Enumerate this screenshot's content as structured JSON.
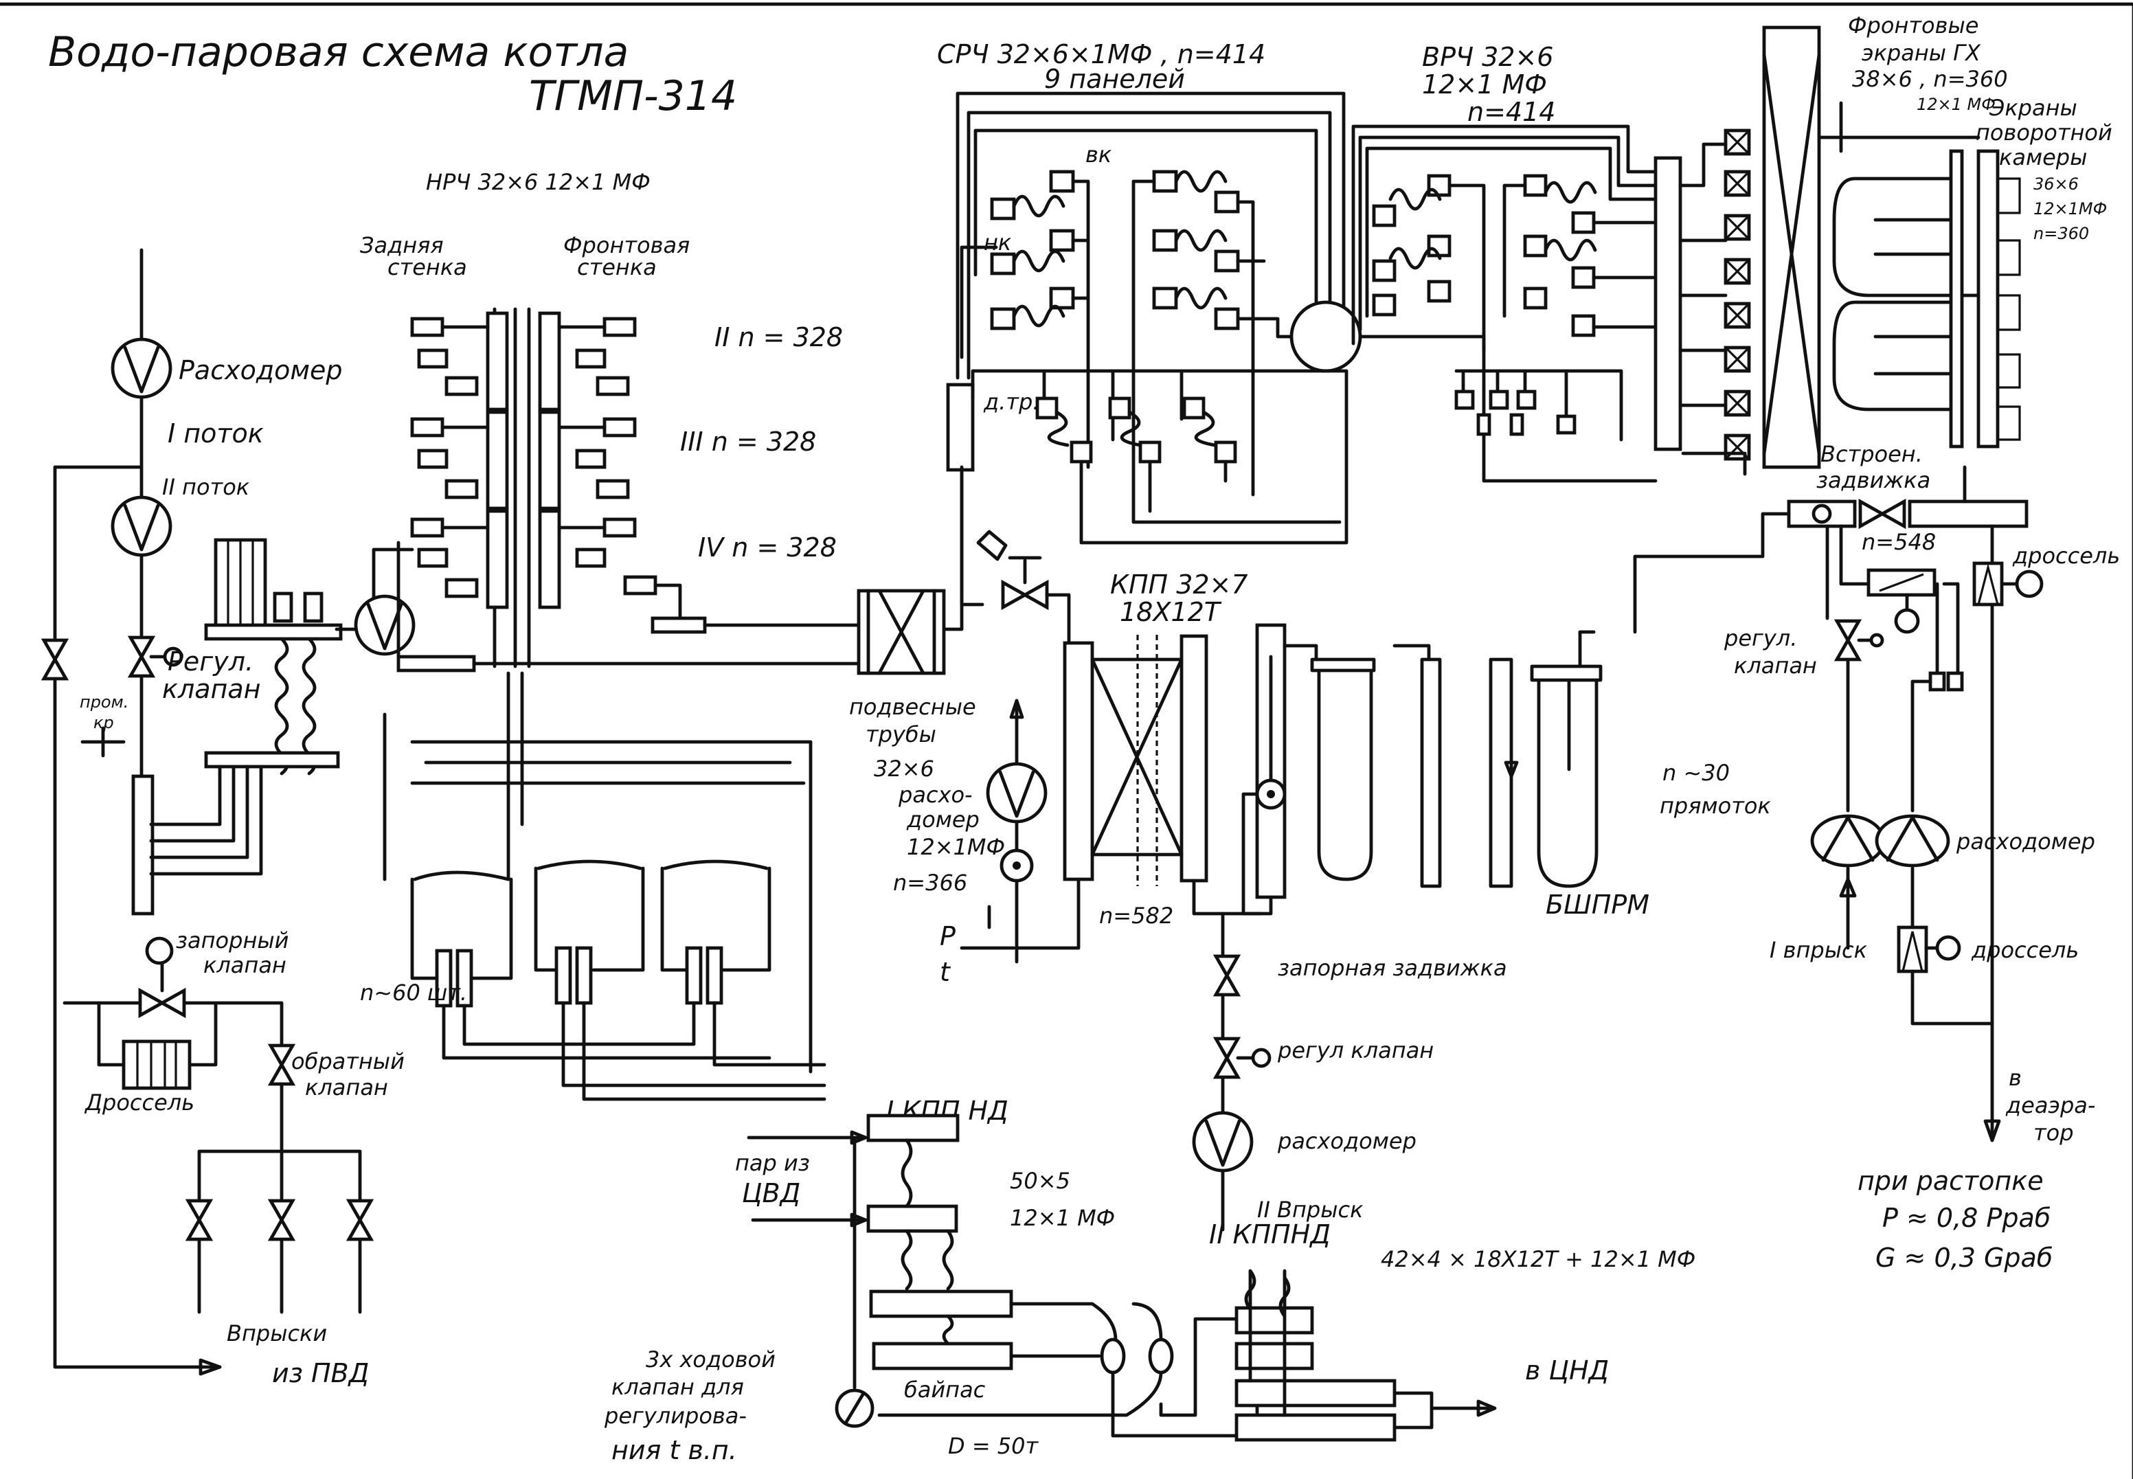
{
  "title": {
    "line1": "Водо-паровая схема котла",
    "line2": "ТГМП-314"
  },
  "nrch": {
    "spec": "НРЧ 32×6   12×1 МФ",
    "rear_wall": [
      "Задняя",
      "стенка"
    ],
    "front_wall": [
      "Фронтовая",
      "стенка"
    ],
    "passes": [
      "II n = 328",
      "III n = 328",
      "IV n = 328"
    ],
    "collectors_note": "n~60 шт."
  },
  "feed": {
    "flowmeter": "Расходомер",
    "flow1": "I поток",
    "flow2": "II поток",
    "reg_valve": [
      "Регул.",
      "клапан"
    ],
    "purge": [
      "пром.",
      "кр"
    ],
    "shutoff_valve": [
      "запорный",
      "клапан"
    ],
    "throttle": "Дроссель",
    "check_valve": [
      "обратный",
      "клапан"
    ],
    "injections": "Впрыски",
    "from_hph": "из ПВД"
  },
  "srch": {
    "spec": "СРЧ 32×6×1МФ , n=414",
    "panels": "9 панелей",
    "outlet": "вк",
    "inlet": "нк",
    "dtr": "д.тр."
  },
  "vrch": [
    "ВРЧ 32×6",
    "12×1 МФ",
    "n=414"
  ],
  "front_screens": [
    "Фронтовые",
    "экраны ГХ",
    "38×6 , n=360",
    "12×1 МФ"
  ],
  "turn_chamber": [
    "Экраны",
    "поворотной",
    "камеры",
    "36×6",
    "12×1МФ",
    "n=360"
  ],
  "suspended": [
    "подвесные",
    "трубы",
    "32×6"
  ],
  "flowmeter2": [
    "расхо-",
    "домер",
    "12×1МФ",
    "n=366"
  ],
  "pt": [
    "P",
    "t"
  ],
  "kpp": [
    "КПП 32×7",
    "18Х12Т"
  ],
  "kpp_n": "n=582",
  "shirm": {
    "n": "n ~30",
    "flow": "прямоток",
    "name": "БШПРМ"
  },
  "mid_line": {
    "shutoff": "запорная задвижка",
    "reg": "регул клапан",
    "flowmeter": "расходомер",
    "inj2": "II Впрыск"
  },
  "right": {
    "builtin_valve": [
      "Встроен.",
      "задвижка"
    ],
    "n": "n=548",
    "throttle1": "дроссель",
    "reg_valve": [
      "регул.",
      "клапан"
    ],
    "flowmeter": "расходомер",
    "inj1": "I впрыск",
    "throttle2": "дроссель",
    "to_deaerator": [
      "в",
      "деаэра-",
      "тор"
    ],
    "startup": "при растопке",
    "p": "P ≈ 0,8 Pраб",
    "g": "G ≈ 0,3 Gраб"
  },
  "lp": {
    "kppnd1": "I КПП НД",
    "steam_from": [
      "пар из",
      "ЦВД"
    ],
    "spec": [
      "50×5",
      "12×1 МФ"
    ],
    "kppnd2": "II КППНД",
    "spec2": "42×4 × 18Х12Т + 12×1 МФ",
    "bypass": "байпас",
    "d": "D = 50т",
    "three_way": [
      "3х ходовой",
      "клапан для",
      "регулирова-",
      "ния  t в.п."
    ],
    "to_lpc": "в ЦНД"
  }
}
